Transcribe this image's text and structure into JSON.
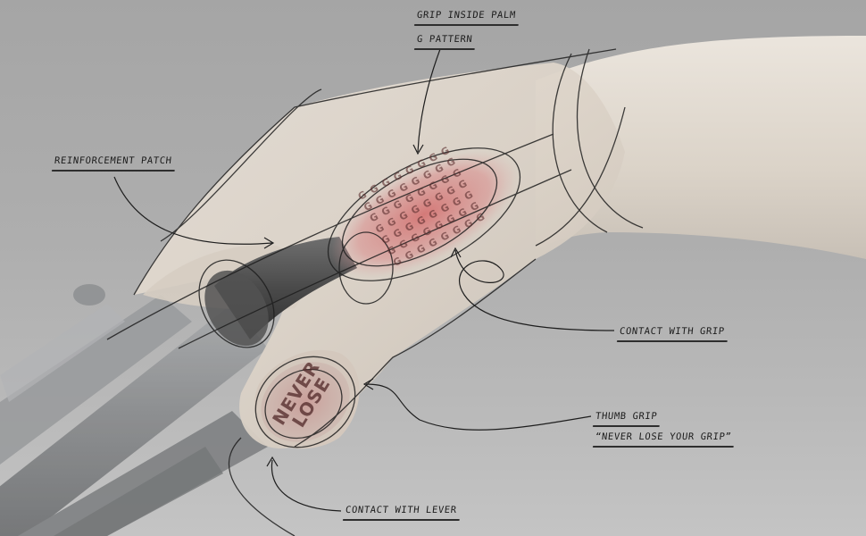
{
  "illustration": {
    "subject": "hand gripping bicycle handlebar with glove grip zones sketched",
    "colors": {
      "background": "#a9a9a9",
      "skin": "#dcd3c8",
      "highlight_zone": "#d98a8a",
      "sketch_line": "#1e1e1e",
      "handlebar": "#8d8f91"
    }
  },
  "labels": {
    "grip_inside_palm": "GRIP INSIDE PALM",
    "g_pattern": "G PATTERN",
    "reinforcement_patch": "REINFORCEMENT PATCH",
    "contact_with_grip": "CONTACT WITH GRIP",
    "thumb_grip": "THUMB GRIP",
    "thumb_grip_slogan": "“NEVER LOSE YOUR GRIP”",
    "contact_with_lever": "CONTACT WITH LEVER"
  },
  "thumb_patch": {
    "line1": "NEVER",
    "line2": "LOSE"
  },
  "palm_pattern": {
    "glyph": "G",
    "rows": 7,
    "cols": 8
  }
}
